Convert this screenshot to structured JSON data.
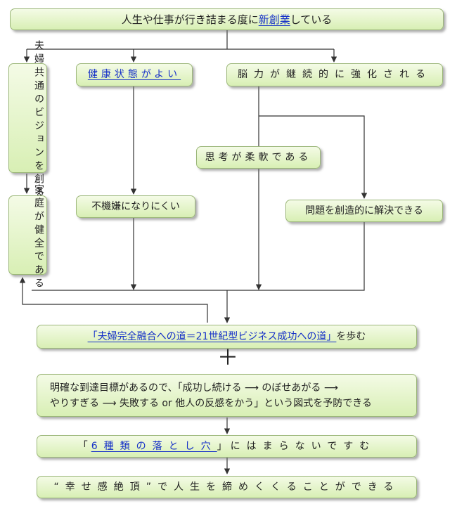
{
  "top": {
    "prefix": "人生や仕事が行き詰まる度に",
    "highlight": "新創業",
    "suffix": "している"
  },
  "vision": {
    "text": "夫婦共通のビジョンを創る"
  },
  "health": {
    "text": "健康状態がよい"
  },
  "brain": {
    "text": "脳力が継続的に強化される"
  },
  "flexible": {
    "text": "思考が柔軟である"
  },
  "mood": {
    "text": "不機嫌になりにくい"
  },
  "problem": {
    "text": "問題を創造的に解決できる"
  },
  "family": {
    "text": "家庭が健全である"
  },
  "path": {
    "highlight": "「夫婦完全融合への道＝21世紀型ビジネス成功への道」",
    "suffix": "を歩む"
  },
  "plus": "＋",
  "goal": {
    "line1": "明確な到達目標があるので、「成功し続ける ⟶ のぼせあがる ⟶",
    "line2": "やりすぎる ⟶ 失敗する or 他人の反感をかう」という図式を予防できる"
  },
  "pitfalls": {
    "open": "「",
    "highlight": "6種類の落とし穴",
    "close": "」",
    "suffix": "にはまらないですむ"
  },
  "final": {
    "text": "“幸せ感絶頂”で人生を締めくくることができる"
  }
}
